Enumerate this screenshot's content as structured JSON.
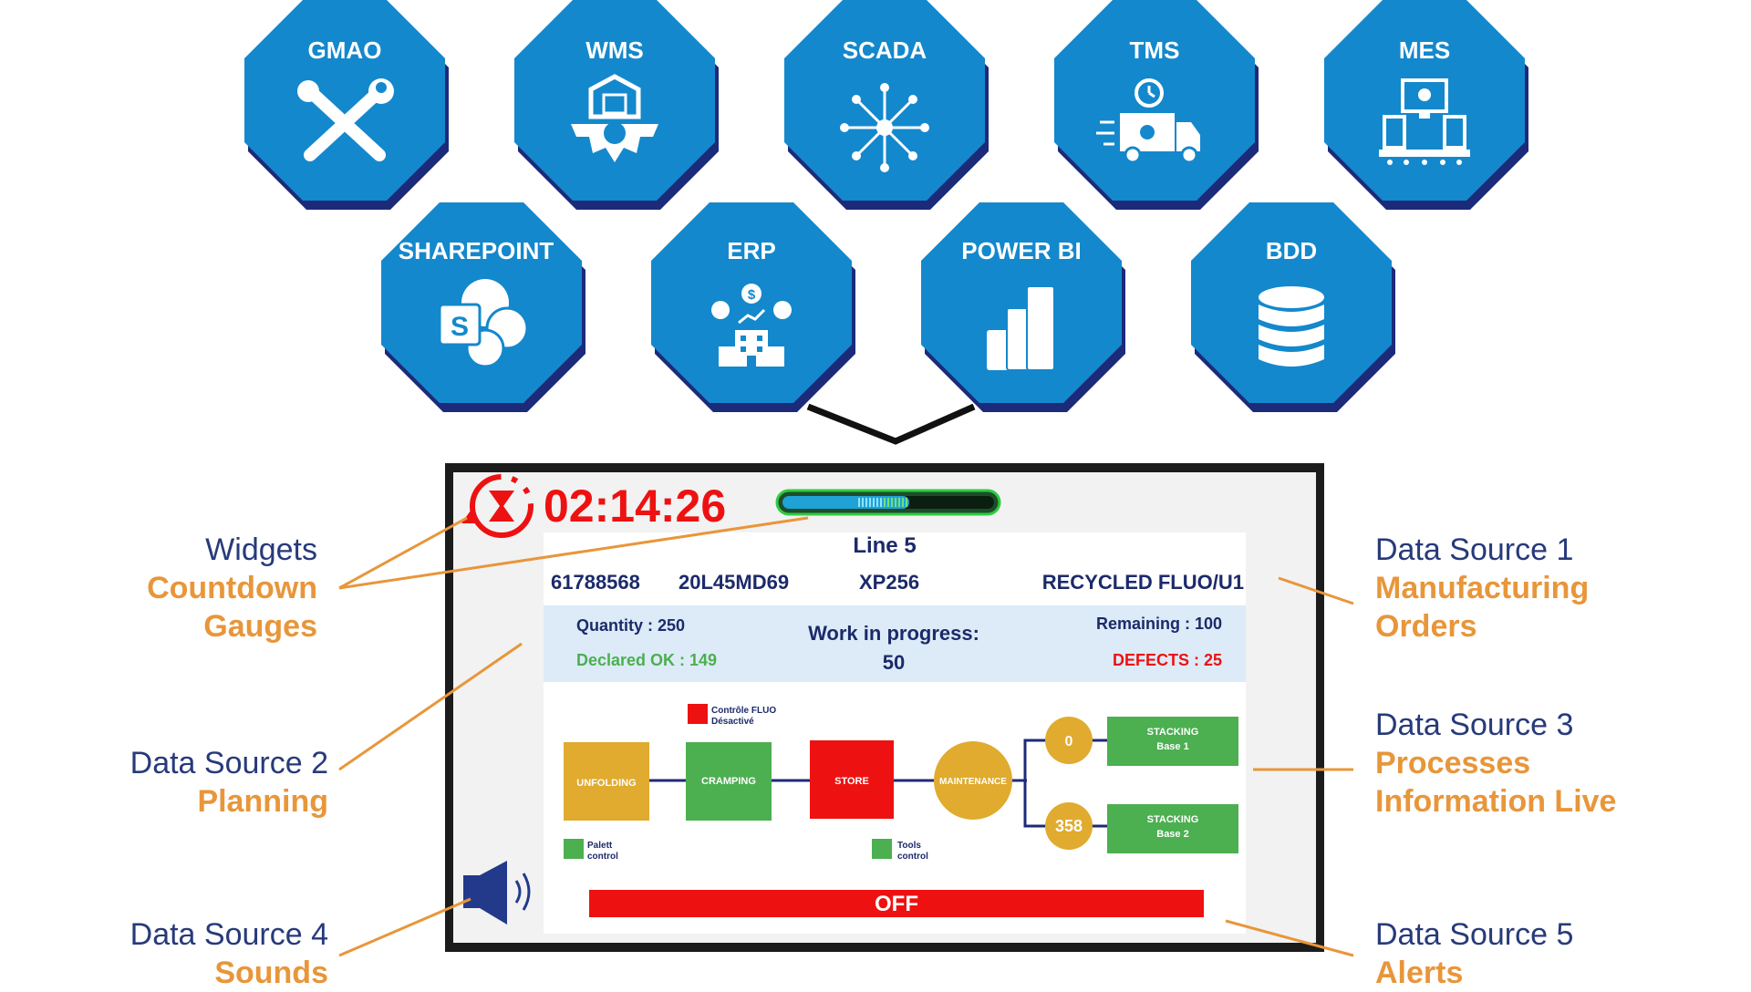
{
  "systems": [
    {
      "label": "GMAO",
      "icon": "wrench-screwdriver-icon"
    },
    {
      "label": "WMS",
      "icon": "warehouse-gear-icon"
    },
    {
      "label": "SCADA",
      "icon": "network-hub-icon"
    },
    {
      "label": "TMS",
      "icon": "delivery-truck-icon"
    },
    {
      "label": "MES",
      "icon": "factory-monitor-icon"
    },
    {
      "label": "SHAREPOINT",
      "icon": "sharepoint-logo-icon"
    },
    {
      "label": "ERP",
      "icon": "enterprise-building-icon"
    },
    {
      "label": "POWER BI",
      "icon": "power-bi-bars-icon"
    },
    {
      "label": "BDD",
      "icon": "database-icon"
    }
  ],
  "colors": {
    "octagon_fill": "#1488cc",
    "octagon_shadow": "#1c2a7a",
    "annotation_primary": "#273a7a",
    "annotation_accent": "#e8963a",
    "alert_red": "#ee1111",
    "ok_green": "#4caf50",
    "amber": "#e0ab2e",
    "info_band": "#dcebf7"
  },
  "dashboard": {
    "timer": "02:14:26",
    "gauge_fill_fraction": 0.6,
    "line_title": "Line 5",
    "order_number": "61788568",
    "reference": "20L45MD69",
    "product_code": "XP256",
    "product_name": "RECYCLED FLUO/U1",
    "quantity": "Quantity : 250",
    "declared_ok": "Declared OK : 149",
    "wip_label": "Work in progress:",
    "wip_value": "50",
    "remaining": "Remaining : 100",
    "defects": "DEFECTS : 25",
    "control_fluo_line1": "Contrôle FLUO",
    "control_fluo_line2": "Désactivé",
    "unfolding": "UNFOLDING",
    "cramping": "CRAMPING",
    "store": "STORE",
    "maintenance": "MAINTENANCE",
    "counter_top": "0",
    "counter_bottom": "358",
    "stacking1_line1": "STACKING",
    "stacking1_line2": "Base 1",
    "stacking2_line1": "STACKING",
    "stacking2_line2": "Base 2",
    "palett_line1": "Palett",
    "palett_line2": "control",
    "tools_line1": "Tools",
    "tools_line2": "control",
    "status_bar": "OFF"
  },
  "annotations": {
    "widgets": {
      "line1": "Widgets",
      "line2": "Countdown",
      "line3": "Gauges"
    },
    "ds2": {
      "line1": "Data Source 2",
      "line2": "Planning"
    },
    "ds4": {
      "line1": "Data Source 4",
      "line2": "Sounds"
    },
    "ds1": {
      "line1": "Data Source  1",
      "line2": "Manufacturing",
      "line3": "Orders"
    },
    "ds3": {
      "line1": "Data Source 3",
      "line2": "Processes",
      "line3": "Information Live"
    },
    "ds5": {
      "line1": "Data Source 5",
      "line2": "Alerts"
    }
  }
}
